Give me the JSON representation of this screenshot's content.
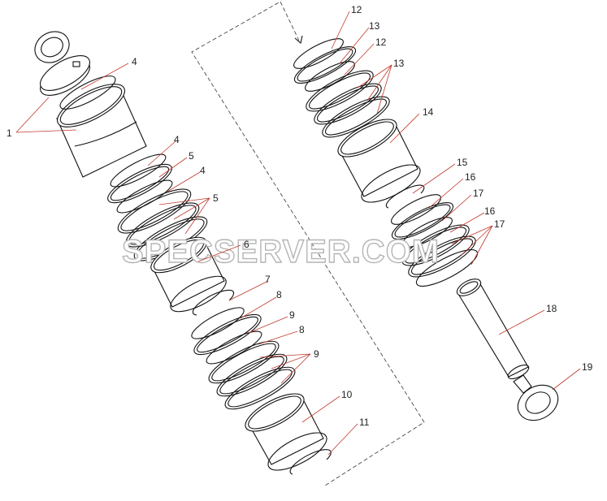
{
  "watermark": "SPECSERVER.COM",
  "callouts": {
    "c1": "1",
    "c4a": "4",
    "c4b": "4",
    "c4c": "4",
    "c5a": "5",
    "c5b": "5",
    "c6": "6",
    "c7": "7",
    "c8a": "8",
    "c8b": "8",
    "c9a": "9",
    "c9b": "9",
    "c10": "10",
    "c11": "11",
    "c12a": "12",
    "c12b": "12",
    "c13a": "13",
    "c13b": "13",
    "c14": "14",
    "c15": "15",
    "c16a": "16",
    "c16b": "16",
    "c17a": "17",
    "c17b": "17",
    "c18": "18",
    "c19": "19"
  },
  "colors": {
    "leader": "#c0392b",
    "outline": "#111111",
    "watermark": "#b5b5b5"
  }
}
